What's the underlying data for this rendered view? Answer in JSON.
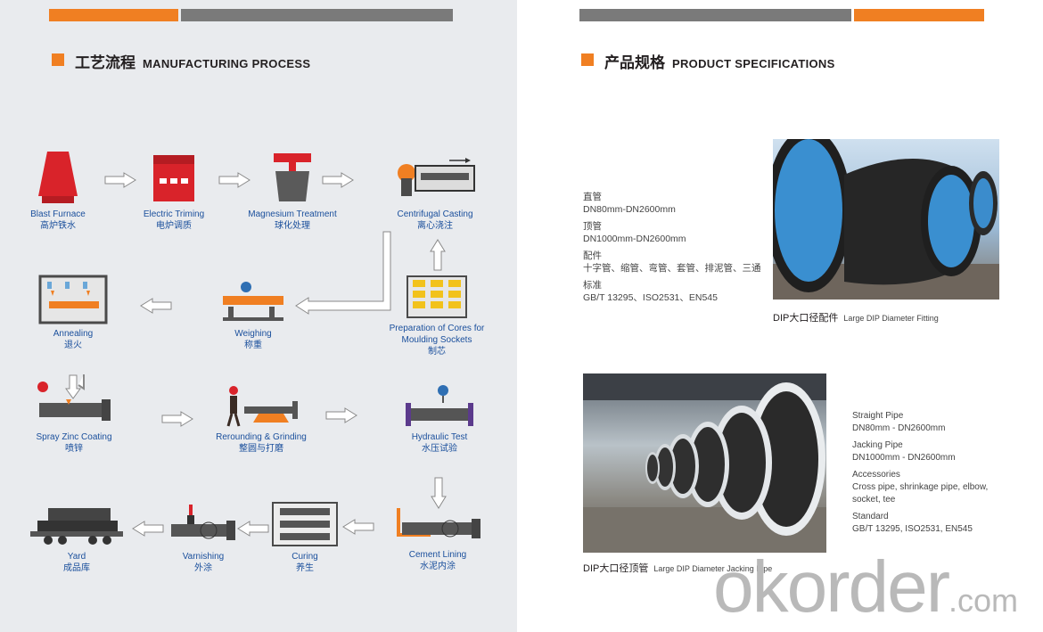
{
  "left": {
    "title_cn": "工艺流程",
    "title_en": "MANUFACTURING PROCESS",
    "steps": [
      {
        "en": "Blast Furnace",
        "cn": "高炉铁水"
      },
      {
        "en": "Electric Triming",
        "cn": "电炉调质"
      },
      {
        "en": "Magnesium Treatment",
        "cn": "球化处理"
      },
      {
        "en": "Centrifugal Casting",
        "cn": "离心浇注"
      },
      {
        "en": "Annealing",
        "cn": "退火"
      },
      {
        "en": "Weighing",
        "cn": "称重"
      },
      {
        "en": "Preparation of Cores for Moulding Sockets",
        "cn": "制芯"
      },
      {
        "en": "Spray Zinc Coating",
        "cn": "喷锌"
      },
      {
        "en": "Rerounding & Grinding",
        "cn": "整圆与打磨"
      },
      {
        "en": "Hydraulic Test",
        "cn": "水压试验"
      },
      {
        "en": "Yard",
        "cn": "成品库"
      },
      {
        "en": "Varnishing",
        "cn": "外涂"
      },
      {
        "en": "Curing",
        "cn": "养生"
      },
      {
        "en": "Cement Lining",
        "cn": "水泥内涂"
      }
    ]
  },
  "right": {
    "title_cn": "产品规格",
    "title_en": "PRODUCT SPECIFICATIONS",
    "spec_cn": {
      "straight_label": "直管",
      "straight_value": "DN80mm-DN2600mm",
      "jacking_label": "顶管",
      "jacking_value": "DN1000mm-DN2600mm",
      "accessories_label": "配件",
      "accessories_value": "十字管、缩管、弯管、套管、排泥管、三通",
      "standard_label": "标准",
      "standard_value": "GB/T 13295、ISO2531、EN545"
    },
    "caption1": {
      "cn": "DIP大口径配件",
      "en": "Large DIP Diameter Fitting"
    },
    "caption2": {
      "cn": "DIP大口径顶管",
      "en": "Large DIP Diameter Jacking Pipe"
    },
    "spec_en": {
      "straight_label": "Straight Pipe",
      "straight_value": "DN80mm - DN2600mm",
      "jacking_label": "Jacking Pipe",
      "jacking_value": "DN1000mm - DN2600mm",
      "accessories_label": "Accessories",
      "accessories_value1": "Cross pipe, shrinkage pipe, elbow,",
      "accessories_value2": "socket, tee",
      "standard_label": "Standard",
      "standard_value": "GB/T 13295, ISO2531, EN545"
    },
    "watermark_main": "okorder",
    "watermark_suffix": ".com"
  },
  "colors": {
    "orange": "#f07f22",
    "gray": "#7a7a7a",
    "blue": "#1a4f9c"
  }
}
